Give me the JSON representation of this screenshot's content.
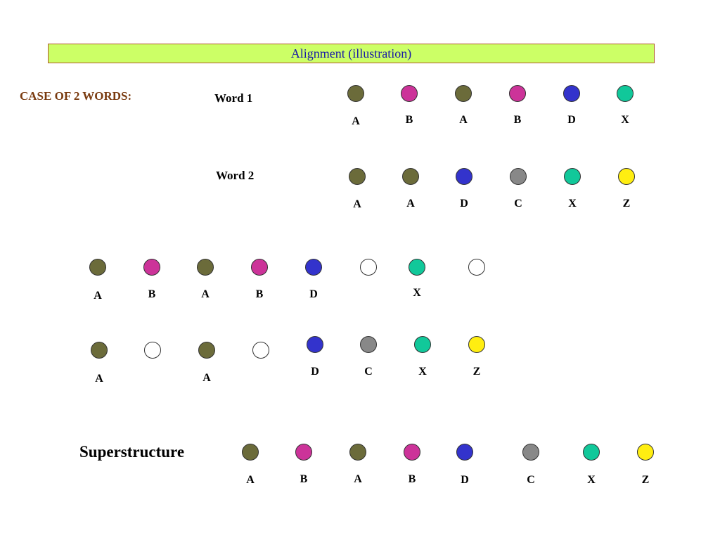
{
  "banner_title": "Alignment (illustration)",
  "case_label": "CASE OF 2 WORDS:",
  "word1_label": "Word 1",
  "word2_label": "Word 2",
  "superstructure_label": "Superstructure",
  "colors": {
    "A": "#6b6b3a",
    "B": "#cc3399",
    "D": "#3333cc",
    "X": "#11c89a",
    "C": "#888888",
    "Z": "#ffee11",
    "gap": "#ffffff"
  },
  "word1": [
    {
      "color": "A",
      "label": "A"
    },
    {
      "color": "B",
      "label": "B"
    },
    {
      "color": "A",
      "label": "A"
    },
    {
      "color": "B",
      "label": "B"
    },
    {
      "color": "D",
      "label": "D"
    },
    {
      "color": "X",
      "label": "X"
    }
  ],
  "word2": [
    {
      "color": "A",
      "label": "A"
    },
    {
      "color": "A",
      "label": "A"
    },
    {
      "color": "D",
      "label": "D"
    },
    {
      "color": "C",
      "label": "C"
    },
    {
      "color": "X",
      "label": "X"
    },
    {
      "color": "Z",
      "label": "Z"
    }
  ],
  "aligned_word1": [
    {
      "color": "A",
      "label": "A"
    },
    {
      "color": "B",
      "label": "B"
    },
    {
      "color": "A",
      "label": "A"
    },
    {
      "color": "B",
      "label": "B"
    },
    {
      "color": "D",
      "label": "D"
    },
    {
      "color": "gap",
      "label": ""
    },
    {
      "color": "X",
      "label": "X"
    },
    {
      "color": "gap",
      "label": ""
    }
  ],
  "aligned_word2": [
    {
      "color": "A",
      "label": "A"
    },
    {
      "color": "gap",
      "label": ""
    },
    {
      "color": "A",
      "label": "A"
    },
    {
      "color": "gap",
      "label": ""
    },
    {
      "color": "D",
      "label": "D"
    },
    {
      "color": "C",
      "label": "C"
    },
    {
      "color": "X",
      "label": "X"
    },
    {
      "color": "Z",
      "label": "Z"
    }
  ],
  "superstructure": [
    {
      "color": "A",
      "label": "A"
    },
    {
      "color": "B",
      "label": "B"
    },
    {
      "color": "A",
      "label": "A"
    },
    {
      "color": "B",
      "label": "B"
    },
    {
      "color": "D",
      "label": "D"
    },
    {
      "color": "C",
      "label": "C"
    },
    {
      "color": "X",
      "label": "X"
    },
    {
      "color": "Z",
      "label": "Z"
    }
  ]
}
